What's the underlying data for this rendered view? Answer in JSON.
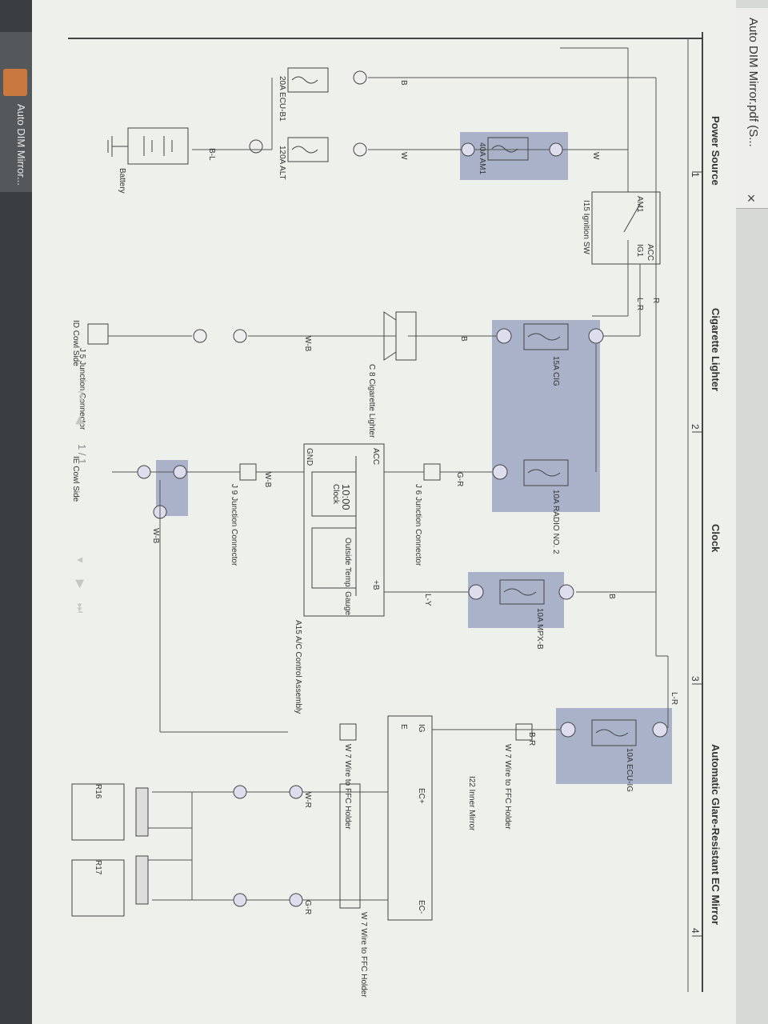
{
  "window": {
    "title": "Auto DIM Mirror.pdf (S...",
    "close": "×"
  },
  "taskbar": {
    "label": "Auto DIM Mirror..."
  },
  "sections": {
    "s1": "Power Source",
    "s2": "Cigarette Lighter",
    "s3": "Clock",
    "s4": "Automatic Glare-Resistant EC Mirror"
  },
  "columns": {
    "c1": "1",
    "c2": "2",
    "c3": "3",
    "c4": "4"
  },
  "pdf_nav": {
    "page": "1 / 1"
  },
  "components": {
    "fuse_am1": "40A AM1",
    "fuse_ecub1": "20A ECU-B1",
    "fuse_alt": "120A ALT",
    "battery": "Battery",
    "ign_sw": "I15 Ignition SW",
    "ign_acc": "ACC",
    "ign_ig1": "IG1",
    "ign_am1": "AM1",
    "fuse_cig": "15A CIG",
    "cig_lighter": "C 8 Cigarette Lighter",
    "fuse_radio": "10A RADIO NO. 2",
    "jc_j6": "J 6 Junction Connector",
    "jc_j5": "J 5 Junction Connector",
    "jc_j9": "J 9 Junction Connector",
    "cowl1": "ID Cowl Side",
    "cowl2": "IE Cowl Side",
    "fuse_mpx": "10A MPX-B",
    "ac_ctrl": "A15 A/C Control Assembly",
    "clock_txt": "10:00",
    "clock_lbl": "Clock",
    "temp_lbl": "Outside Temp. Gauge",
    "acc": "ACC",
    "gnd": "GND",
    "pb": "+B",
    "fuse_ecuig": "10A ECU-IG",
    "inner_mirror": "I22 Inner Mirror",
    "ig": "IG",
    "ec_plus": "EC+",
    "ec_minus": "EC-",
    "e": "E",
    "ffc1": "W 7 Wire to FFC Holder",
    "ffc2": "W 7 Wire to FFC Holder",
    "ffc3": "W 7 Wire to FFC Holder",
    "r16": "R16",
    "r17": "R17"
  },
  "wires": {
    "w": "W",
    "b": "B",
    "r": "R",
    "lr": "L-R",
    "wb": "W-B",
    "gr": "G-R",
    "ly": "L-Y",
    "bl": "B-L",
    "wr": "W-R",
    "br": "B-R"
  },
  "colors": {
    "highlight": "#a9b2c9",
    "page": "#eef0ec",
    "line": "#555555"
  }
}
